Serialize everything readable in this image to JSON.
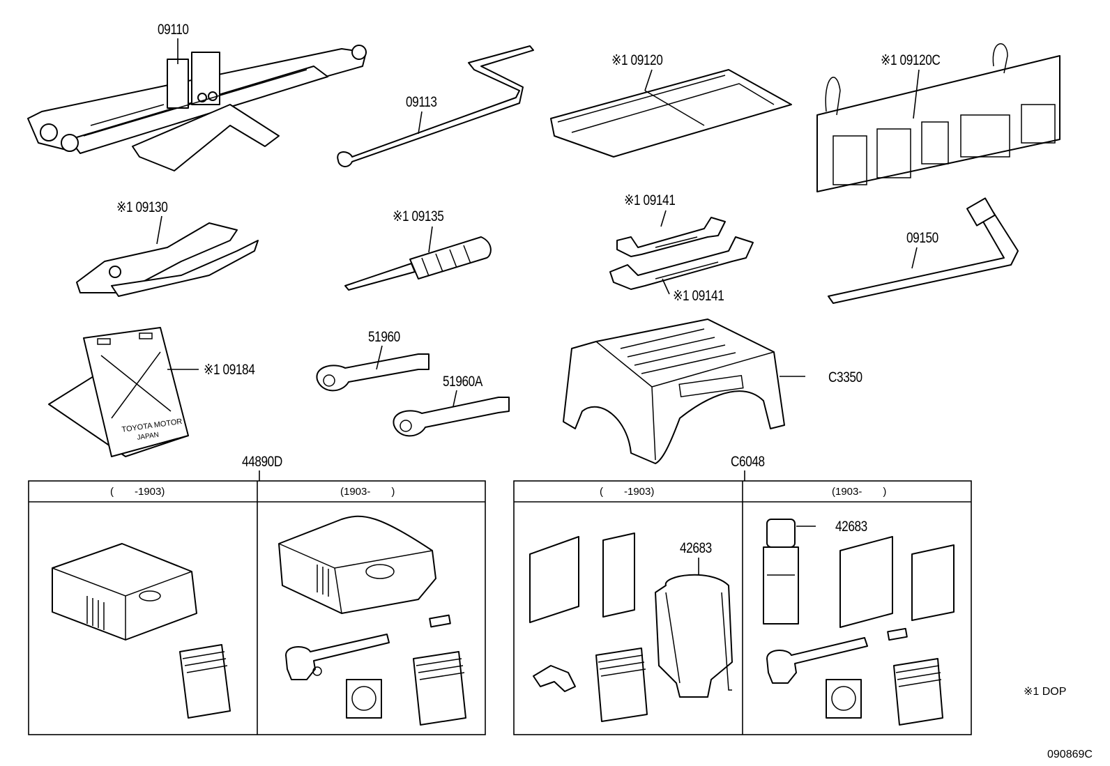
{
  "labels": {
    "p09110": "09110",
    "p09113": "09113",
    "p09120": "※1 09120",
    "p09120c": "※1 09120C",
    "p09130": "※1 09130",
    "p09135": "※1 09135",
    "p09141a": "※1 09141",
    "p09141b": "※1 09141",
    "p09150": "09150",
    "p09184": "※1 09184",
    "p51960": "51960",
    "p51960a": "51960A",
    "pC3350": "C3350",
    "p44890d": "44890D",
    "pC6048": "C6048",
    "p42683a": "42683",
    "p42683b": "42683"
  },
  "kit_44890d": {
    "col_left": "(　　-1903)",
    "col_right": "(1903-　　)"
  },
  "kit_c6048": {
    "col_left": "(　　-1903)",
    "col_right": "(1903-　　)"
  },
  "stand_text": {
    "line1": "TOYOTA MOTOR",
    "line2": "JAPAN"
  },
  "footnote": "※1 DOP",
  "figure_code": "090869C"
}
